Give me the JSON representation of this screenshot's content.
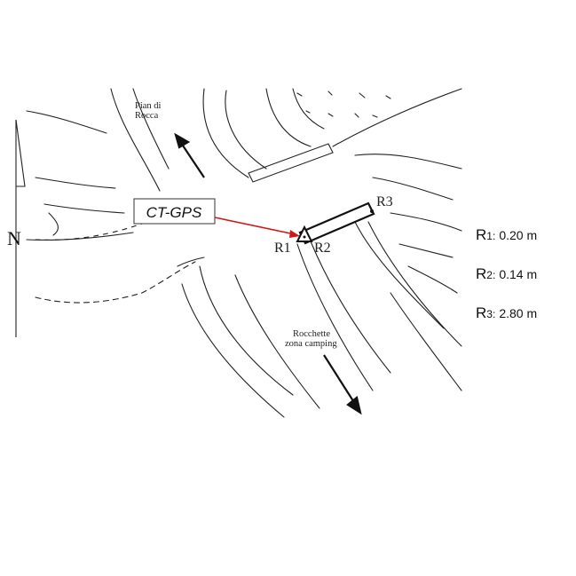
{
  "map": {
    "place_top": [
      "Pian di",
      "Rocca"
    ],
    "place_bottom": [
      "Rocchette",
      "zona camping"
    ],
    "north_label": "N",
    "station_box_label": "CT-GPS",
    "receivers": {
      "r1": "R1",
      "r2": "R2",
      "r3": "R3"
    },
    "pointer_color": "#d01818"
  },
  "legend": [
    {
      "key": "R",
      "sub": "1",
      "sep": ":",
      "value": "0.20 m"
    },
    {
      "key": "R",
      "sub": "2",
      "sep": ":",
      "value": "0.14 m"
    },
    {
      "key": "R",
      "sub": "3",
      "sep": ":",
      "value": "2.80 m"
    }
  ]
}
